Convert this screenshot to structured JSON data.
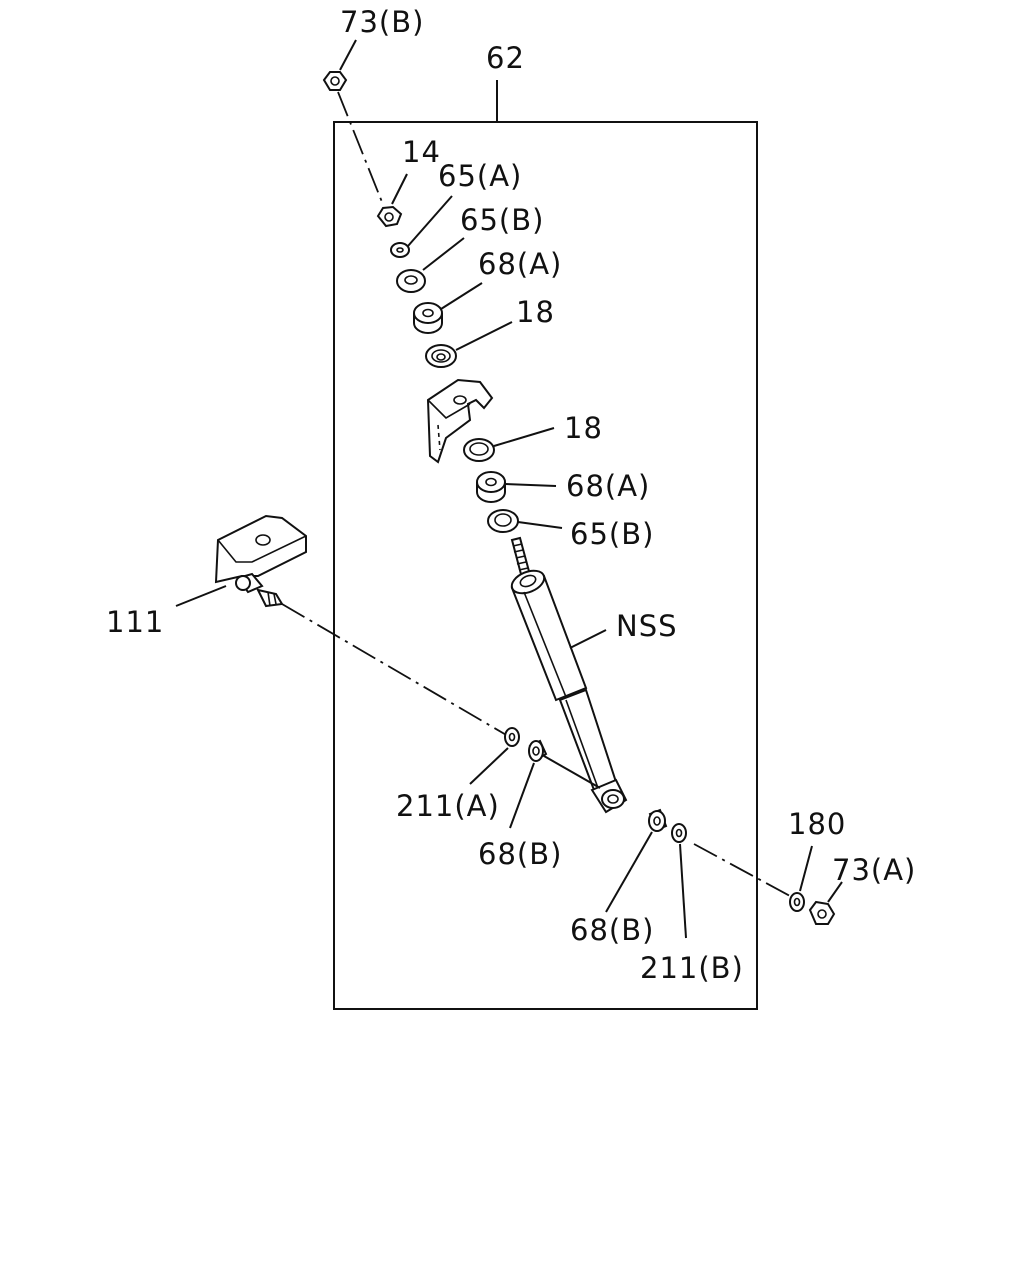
{
  "labels": {
    "p73b": "73(B)",
    "p62": "62",
    "p14": "14",
    "p65a": "65(A)",
    "p65b_top": "65(B)",
    "p68a_top": "68(A)",
    "p18_top": "18",
    "p18_mid": "18",
    "p68a_mid": "68(A)",
    "p65b_mid": "65(B)",
    "p111": "111",
    "nss": "NSS",
    "p211a": "211(A)",
    "p68b_left": "68(B)",
    "p68b_right": "68(B)",
    "p211b": "211(B)",
    "p180": "180",
    "p73a": "73(A)"
  }
}
